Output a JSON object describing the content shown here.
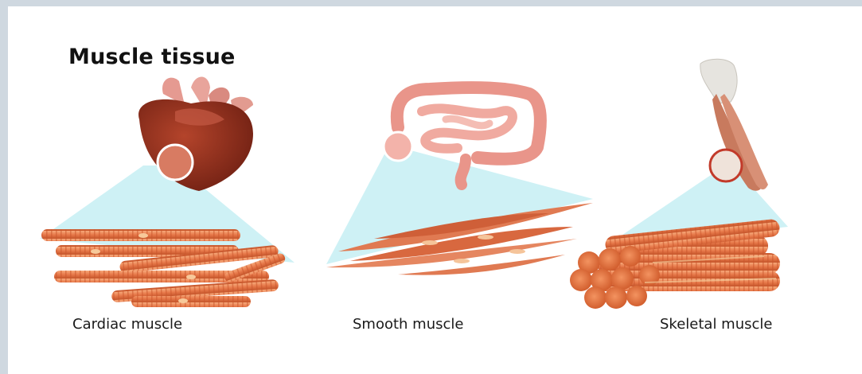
{
  "title": "Muscle tissue",
  "captions": {
    "cardiac": "Cardiac muscle",
    "smooth": "Smooth muscle",
    "skeletal": "Skeletal muscle"
  },
  "colors": {
    "zoom_cone": "#c6eef3",
    "muscle_fiber": "#e7794a",
    "heart": "#8e2f1c",
    "intestine": "#e9958a"
  }
}
